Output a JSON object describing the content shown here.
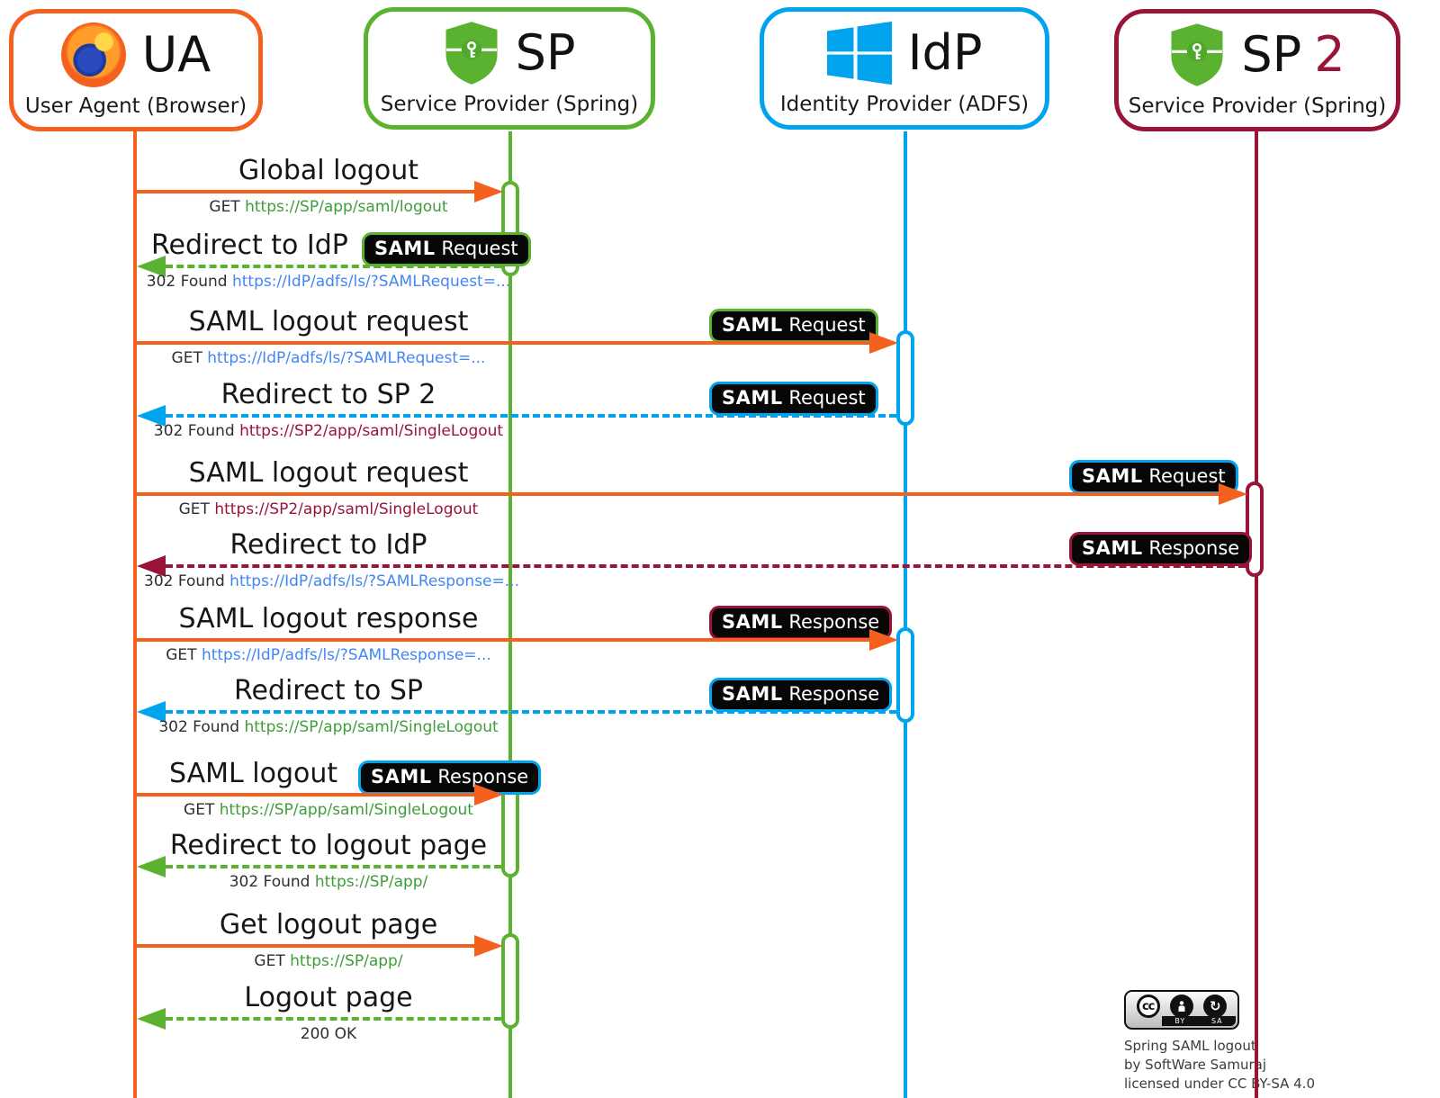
{
  "colors": {
    "orange": "#F4611E",
    "green": "#5BB231",
    "blue": "#00A3EE",
    "maroon": "#9A1438",
    "url_green": "#3E9C39",
    "url_blue": "#4286F4",
    "url_maroon": "#9A1438"
  },
  "participants": [
    {
      "title": "UA",
      "subtitle": "User Agent (Browser)",
      "icon": "firefox-icon",
      "color": "#F4611E"
    },
    {
      "title": "SP",
      "subtitle": "Service Provider (Spring)",
      "icon": "spring-security-shield-icon",
      "color": "#5BB231"
    },
    {
      "title": "IdP",
      "subtitle": "Identity Provider (ADFS)",
      "icon": "windows-icon",
      "color": "#00A3EE"
    },
    {
      "title": "SP",
      "title_suffix": "2",
      "subtitle": "Service Provider (Spring)",
      "icon": "spring-security-shield-icon",
      "color": "#9A1438"
    }
  ],
  "messages": [
    {
      "label": "Global logout",
      "line_color": "#F4611E",
      "sub_prefix": "GET",
      "sub_url": "https://SP/app/saml/logout",
      "sub_url_color": "#3E9C39"
    },
    {
      "label": "Redirect to IdP",
      "line_color": "#5BB231",
      "badge": {
        "bold": "SAML",
        "rest": "Request",
        "border_color": "#5BB231"
      },
      "sub_prefix": "302 Found",
      "sub_url": "https://IdP/adfs/ls/?SAMLRequest=...",
      "sub_url_color": "#4286F4"
    },
    {
      "label": "SAML logout request",
      "line_color": "#F4611E",
      "badge": {
        "bold": "SAML",
        "rest": "Request",
        "border_color": "#5BB231"
      },
      "sub_prefix": "GET",
      "sub_url": "https://IdP/adfs/ls/?SAMLRequest=...",
      "sub_url_color": "#4286F4"
    },
    {
      "label": "Redirect to SP 2",
      "line_color": "#00A3EE",
      "badge": {
        "bold": "SAML",
        "rest": "Request",
        "border_color": "#00A3EE"
      },
      "sub_prefix": "302 Found",
      "sub_url": "https://SP2/app/saml/SingleLogout",
      "sub_url_color": "#9A1438"
    },
    {
      "label": "SAML logout request",
      "line_color": "#F4611E",
      "badge": {
        "bold": "SAML",
        "rest": "Request",
        "border_color": "#00A3EE"
      },
      "sub_prefix": "GET",
      "sub_url": "https://SP2/app/saml/SingleLogout",
      "sub_url_color": "#9A1438"
    },
    {
      "label": "Redirect to IdP",
      "line_color": "#9A1438",
      "badge": {
        "bold": "SAML",
        "rest": "Response",
        "border_color": "#9A1438"
      },
      "sub_prefix": "302 Found",
      "sub_url": "https://IdP/adfs/ls/?SAMLResponse=...",
      "sub_url_color": "#4286F4"
    },
    {
      "label": "SAML logout response",
      "line_color": "#F4611E",
      "badge": {
        "bold": "SAML",
        "rest": "Response",
        "border_color": "#9A1438"
      },
      "sub_prefix": "GET",
      "sub_url": "https://IdP/adfs/ls/?SAMLResponse=...",
      "sub_url_color": "#4286F4"
    },
    {
      "label": "Redirect to SP",
      "line_color": "#00A3EE",
      "badge": {
        "bold": "SAML",
        "rest": "Response",
        "border_color": "#00A3EE"
      },
      "sub_prefix": "302 Found",
      "sub_url": "https://SP/app/saml/SingleLogout",
      "sub_url_color": "#3E9C39"
    },
    {
      "label": "SAML logout",
      "line_color": "#F4611E",
      "badge": {
        "bold": "SAML",
        "rest": "Response",
        "border_color": "#00A3EE"
      },
      "sub_prefix": "GET",
      "sub_url": "https://SP/app/saml/SingleLogout",
      "sub_url_color": "#3E9C39"
    },
    {
      "label": "Redirect to logout page",
      "line_color": "#5BB231",
      "sub_prefix": "302 Found",
      "sub_url": "https://SP/app/",
      "sub_url_color": "#3E9C39"
    },
    {
      "label": "Get logout page",
      "line_color": "#F4611E",
      "sub_prefix": "GET",
      "sub_url": "https://SP/app/",
      "sub_url_color": "#3E9C39"
    },
    {
      "label": "Logout page",
      "line_color": "#5BB231",
      "sub_prefix": "200 OK",
      "sub_url": "",
      "sub_url_color": "#3E9C39"
    }
  ],
  "license": {
    "badge": {
      "cc": "cc",
      "by": "BY",
      "sa": "SA"
    },
    "lines": [
      "Spring SAML logout",
      "by SoftWare Samuraj",
      "licensed under CC BY-SA 4.0"
    ]
  }
}
